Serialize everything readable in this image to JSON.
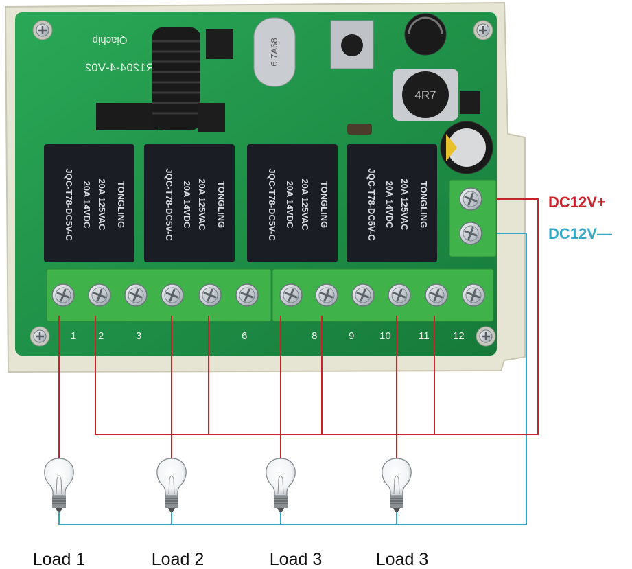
{
  "board": {
    "model": "KR1204-4-V02",
    "brand": "Qiachip",
    "crystal": "6.7A68"
  },
  "relays": [
    {
      "brand": "TONGLING",
      "rating_ac": "20A 125VAC",
      "rating_dc": "20A 14VDC",
      "part": "JQC-T78-DC5V-C"
    },
    {
      "brand": "TONGLING",
      "rating_ac": "20A 125VAC",
      "rating_dc": "20A 14VDC",
      "part": "JQC-T78-DC5V-C"
    },
    {
      "brand": "TONGLING",
      "rating_ac": "20A 125VAC",
      "rating_dc": "20A 14VDC",
      "part": "JQC-T78-DC5V-C"
    },
    {
      "brand": "TONGLING",
      "rating_ac": "20A 125VAC",
      "rating_dc": "20A 14VDC",
      "part": "JQC-T78-DC5V-C"
    }
  ],
  "inductor": "4R7",
  "terminal_labels": [
    "1",
    "2",
    "3",
    "6",
    "8",
    "9",
    "10",
    "11",
    "12"
  ],
  "supply": {
    "positive": "DC12V+",
    "negative": "DC12V—"
  },
  "loads": [
    "Load 1",
    "Load 2",
    "Load 3",
    "Load 3"
  ],
  "colors": {
    "positive_wire": "#c8232b",
    "negative_wire": "#35a8c8",
    "pcb": "#1f9a4b",
    "terminal_block": "#3fb24a",
    "relay": "#1a1d24",
    "enclosure": "#e6e4d2"
  }
}
